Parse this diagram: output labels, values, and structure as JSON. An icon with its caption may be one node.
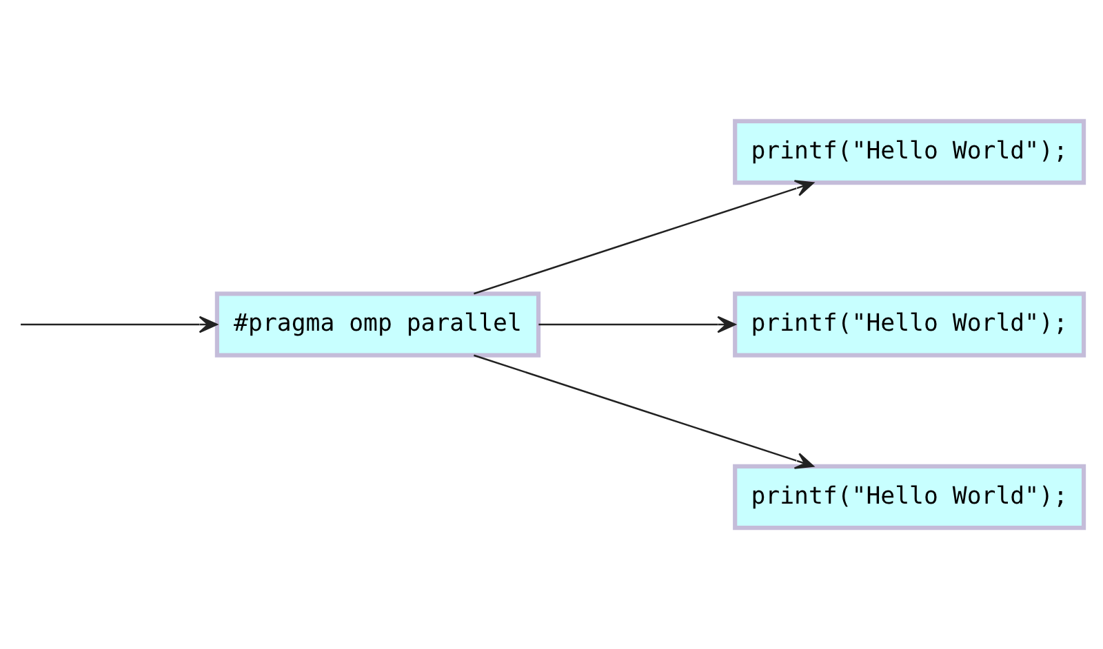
{
  "diagram": {
    "nodes": [
      {
        "text": [
          "#pragma omp parallel"
        ]
      },
      {
        "text": [
          "printf(\"Hello World\");"
        ]
      },
      {
        "text": [
          "printf(\"Hello World\");"
        ]
      },
      {
        "text": [
          "printf(\"Hello World\");"
        ]
      }
    ],
    "edges": [
      {
        "from": null,
        "to": 0,
        "arrow": "to"
      },
      {
        "from": 0,
        "to": 1,
        "arrow": "to"
      },
      {
        "from": 0,
        "to": 2,
        "arrow": "to"
      },
      {
        "from": 0,
        "to": 3,
        "arrow": "to"
      }
    ]
  }
}
